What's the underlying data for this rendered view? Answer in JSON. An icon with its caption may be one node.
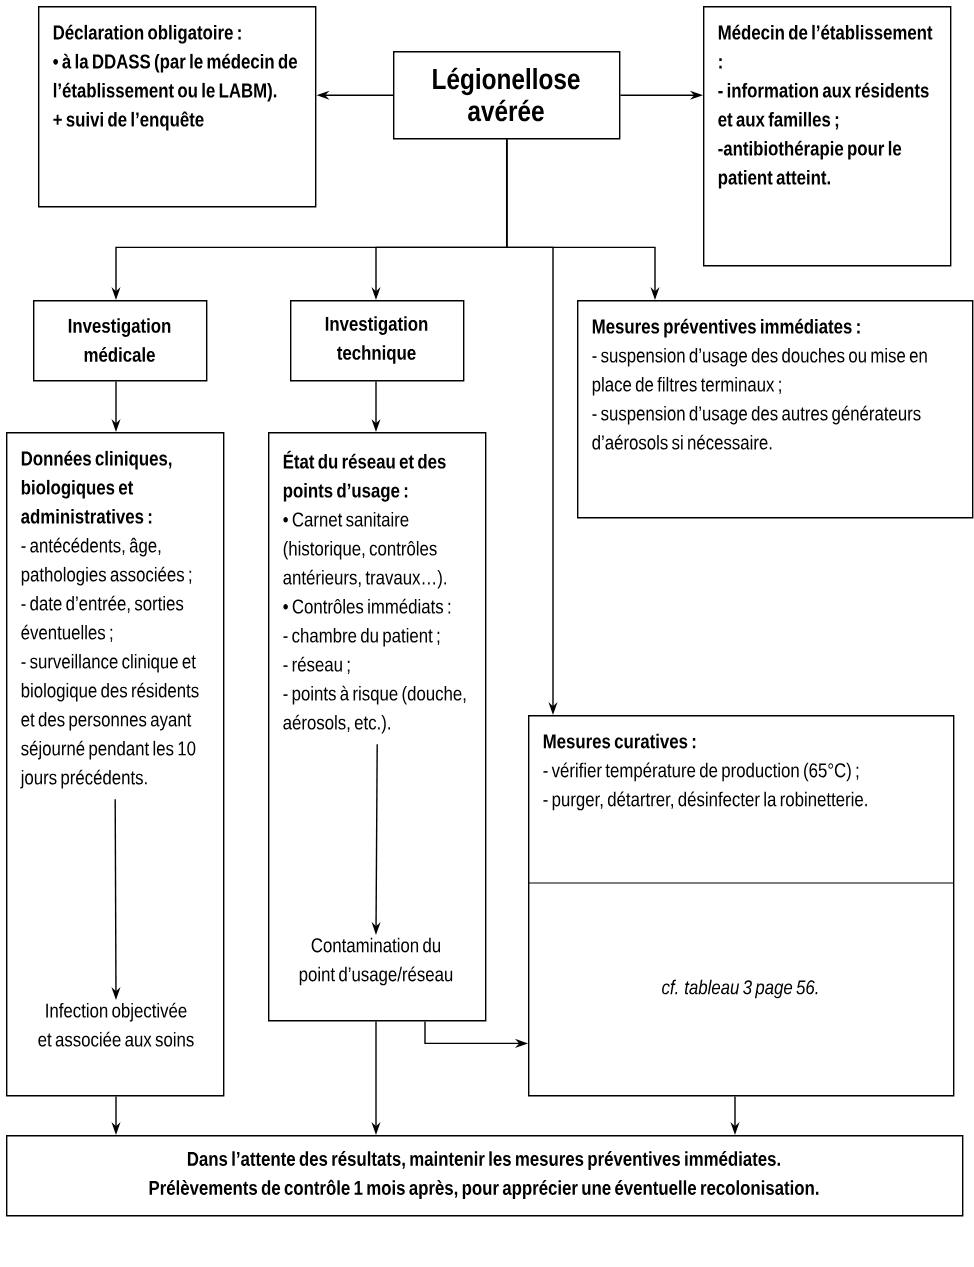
{
  "diagram": {
    "nodes": [
      {
        "text": [
          "Légionellose avérée"
        ]
      },
      {
        "text": [
          "Déclaration obligatoire :",
          "• à la DDASS (par le médecin de l’établissement ou le LABM).",
          "+ suivi de l’enquête"
        ]
      },
      {
        "text": [
          "Médecin de l’établissement :",
          "- information aux résidents et aux familles ;",
          "-antibiothérapie pour le patient atteint."
        ]
      },
      {
        "text": [
          "Investigation médicale"
        ]
      },
      {
        "text": [
          "Investigation technique"
        ]
      },
      {
        "text": [
          "Mesures préventives immédiates :",
          "- suspension d’usage des douches ou mise en place de filtres terminaux ;",
          "- suspension d’usage des autres générateurs d’aérosols si nécessaire."
        ]
      },
      {
        "text": [
          "Données cliniques, biologiques et administratives :",
          "- antécédents, âge, pathologies associées ;",
          "- date d’entrée, sorties éventuelles ;",
          "- surveillance clinique et biologique des résidents et des personnes ayant séjourné pendant les 10 jours précédents."
        ]
      },
      {
        "text": [
          "Infection objectivée et associée aux soins"
        ],
        "in": 6
      },
      {
        "text": [
          "État du réseau et des points d’usage :",
          "• Carnet sanitaire (historique, contrôles antérieurs, travaux…).",
          "• Contrôles immédiats :",
          "- chambre du patient ;",
          "- réseau ;",
          "- points à risque (douche, aérosols, etc.)."
        ]
      },
      {
        "text": [
          "Contamination du point d’usage/réseau"
        ],
        "in": 8
      },
      {
        "text": [
          "Mesures curatives :",
          "- vérifier température de production (65°C) ;",
          "- purger, détartrer, désinfecter la robinetterie.",
          "cf. tableau 3 page 56."
        ]
      },
      {
        "text": [
          "Dans l’attente des résultats, maintenir les mesures préventives immédiates.",
          "Prélèvements de contrôle 1 mois après, pour apprécier une éventuelle recolonisation."
        ]
      }
    ],
    "edges": [
      {
        "from": 0,
        "to": 1,
        "arrow": "to"
      },
      {
        "from": 0,
        "to": 2,
        "arrow": "to"
      },
      {
        "from": 0,
        "to": 3,
        "arrow": "to"
      },
      {
        "from": 0,
        "to": 4,
        "arrow": "to"
      },
      {
        "from": 0,
        "to": 10,
        "arrow": "to"
      },
      {
        "from": 0,
        "to": 5,
        "arrow": "to"
      },
      {
        "from": 3,
        "to": 6,
        "arrow": "to"
      },
      {
        "from": 4,
        "to": 8,
        "arrow": "to"
      },
      {
        "from": 6,
        "to": 7,
        "arrow": "to"
      },
      {
        "from": 8,
        "to": 9,
        "arrow": "to"
      },
      {
        "from": 8,
        "to": 10,
        "arrow": "to"
      },
      {
        "from": 6,
        "to": 11,
        "arrow": "to"
      },
      {
        "from": 8,
        "to": 11,
        "arrow": "to"
      },
      {
        "from": 10,
        "to": 11,
        "arrow": "to"
      }
    ]
  }
}
